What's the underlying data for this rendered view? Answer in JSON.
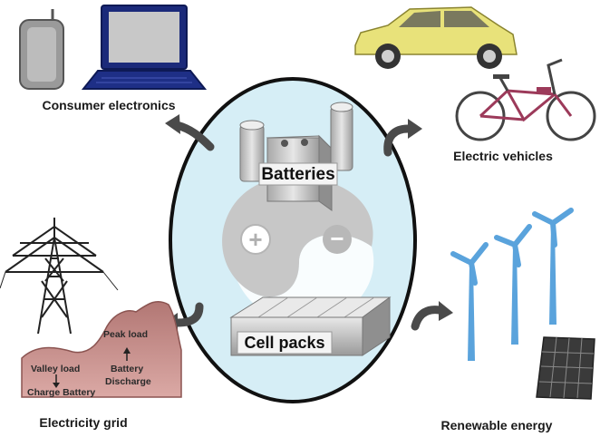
{
  "center": {
    "batteries_label": "Batteries",
    "cell_packs_label": "Cell packs",
    "plus_symbol": "+",
    "minus_symbol": "−"
  },
  "applications": {
    "consumer_electronics": "Consumer electronics",
    "electric_vehicles": "Electric vehicles",
    "electricity_grid": "Electricity grid",
    "renewable_energy": "Renewable energy"
  },
  "grid_chart": {
    "peak_load": "Peak load",
    "valley_load": "Valley load",
    "charge_battery": "Charge Battery",
    "battery": "Battery",
    "discharge": "Discharge"
  },
  "colors": {
    "circle_fill": "#d6eef6",
    "car_yellow": "#e8e27a",
    "bike_frame": "#9c3a5a",
    "turbine_blue": "#5aa3dc",
    "grid_chart_fill": "#c98a87",
    "arrow_gray": "#4a4a4a"
  }
}
